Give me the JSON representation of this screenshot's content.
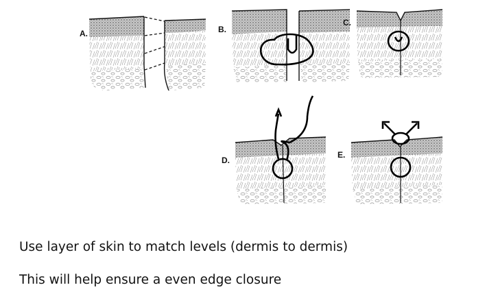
{
  "figure": {
    "panels": [
      {
        "id": "A",
        "label": "A."
      },
      {
        "id": "B",
        "label": "B."
      },
      {
        "id": "C",
        "label": "C."
      },
      {
        "id": "D",
        "label": "D."
      },
      {
        "id": "E",
        "label": "E."
      }
    ]
  },
  "captions": [
    "Use layer of skin to match levels (dermis to dermis)",
    "This will help ensure a even edge closure"
  ]
}
